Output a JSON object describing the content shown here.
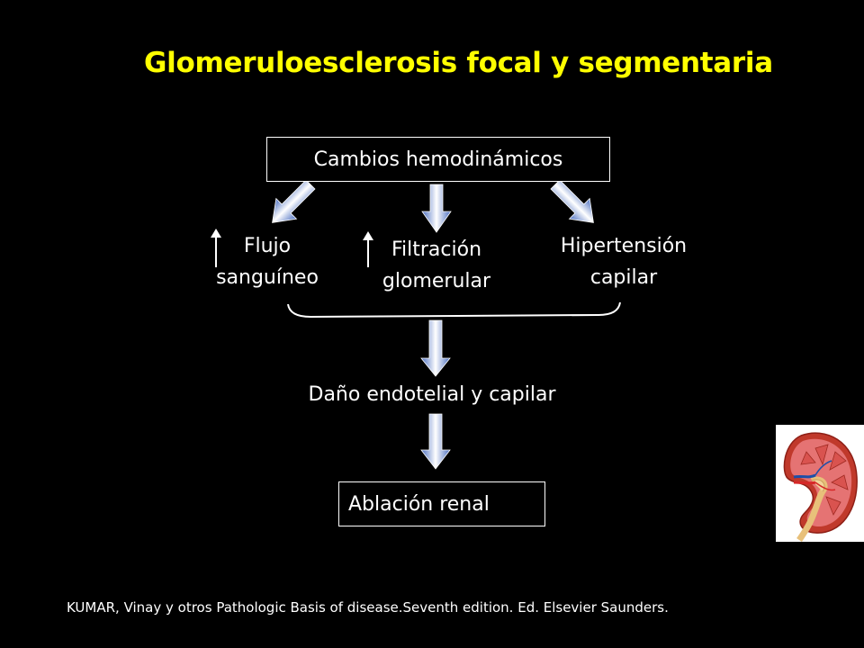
{
  "title": "Glomeruloesclerosis focal y segmentaria",
  "nodes": {
    "top": "Cambios hemodinámicos",
    "flujo": [
      "Flujo",
      "sanguíneo"
    ],
    "filtracion": [
      "Filtración",
      "glomerular"
    ],
    "hipertension": [
      "Hipertensión",
      "capilar"
    ],
    "dano": "Daño endotelial y capilar",
    "ablacion": "Ablación renal"
  },
  "citation": "KUMAR, Vinay y otros Pathologic Basis of disease.Seventh  edition. Ed. Elsevier Saunders.",
  "colors": {
    "title": "#ffff00",
    "arrow_light": "#ffffff",
    "arrow_dark": "#4a6ec0",
    "background": "#000000"
  },
  "icons": {
    "increase": "up-arrow-icon",
    "image": "kidney-icon"
  }
}
